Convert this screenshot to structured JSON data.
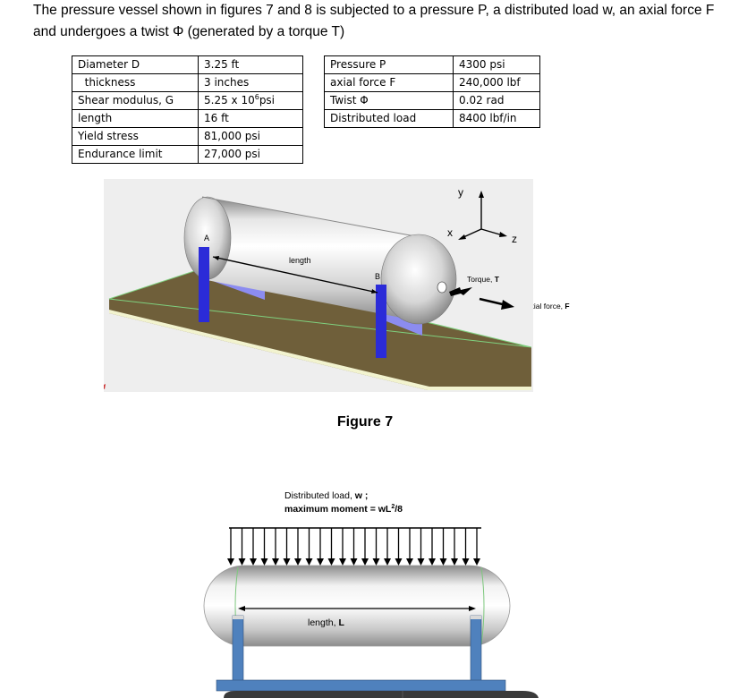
{
  "intro": "The pressure vessel shown in figures 7 and 8 is subjected to a pressure P, a distributed load w, an axial force F and undergoes a twist Φ (generated by a torque T)",
  "table1": [
    {
      "label": "Diameter D",
      "value": "3.25 ft"
    },
    {
      "label": "thickness",
      "value": "3 inches"
    },
    {
      "label": "Shear modulus, G",
      "value_pre": "5.25 x 10",
      "value_sup": "6",
      "value_post": "psi"
    },
    {
      "label": "length",
      "value": "16 ft"
    },
    {
      "label": "Yield stress",
      "value": "81,000 psi"
    },
    {
      "label": "Endurance limit",
      "value": "27,000 psi"
    }
  ],
  "table2": [
    {
      "label": "Pressure P",
      "value": "4300 psi"
    },
    {
      "label": "axial force F",
      "value": "240,000 lbf"
    },
    {
      "label": "Twist Φ",
      "value": "0.02 rad"
    },
    {
      "label": "Distributed load",
      "value": "8400 lbf/in"
    }
  ],
  "figure7": {
    "label_a": "A",
    "label_b": "B",
    "length": "length",
    "axis_y": "y",
    "axis_x": "x",
    "axis_z": "z",
    "torque_prefix": "Torque, ",
    "torque_sym": "T",
    "axial_prefix": "Axial force, ",
    "axial_sym": "F",
    "caption": "Figure 7"
  },
  "figure8": {
    "load_line1_prefix": "Distributed load, ",
    "load_line1_sym": "w ;",
    "load_line2_pre": "maximum  moment = wL",
    "load_line2_sup": "2",
    "load_line2_post": "/8",
    "length_prefix": "length, ",
    "length_sym": "L"
  },
  "colors": {
    "support_blue": "#2b2bd8",
    "support_lavender": "#8c8cf0",
    "ground": "#6f5f3a",
    "fig8_support": "#4f81bd"
  }
}
